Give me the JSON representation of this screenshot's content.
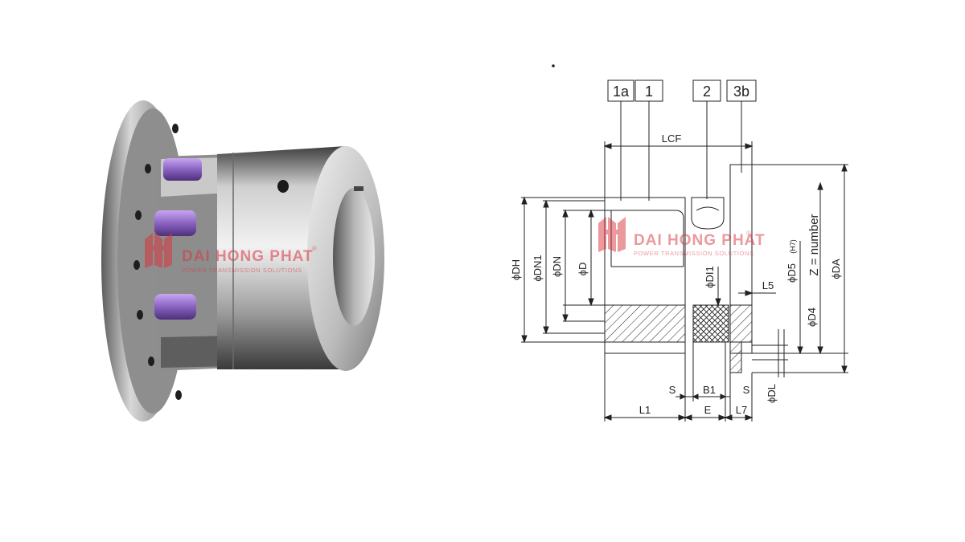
{
  "watermark": {
    "brand": "DAI HONG PHAT",
    "reg_mark": "®",
    "tagline": "POWER TRANSMISSION SOLUTIONS",
    "color": "#d9363e"
  },
  "drawing": {
    "part_labels": [
      "1a",
      "1",
      "2",
      "3b"
    ],
    "dims": {
      "lcf": "LCF",
      "dh": "ϕDH",
      "dn1": "ϕDN1",
      "dn": "ϕDN",
      "d": "ϕD",
      "di1": "ϕDI1",
      "d5": "ϕD5",
      "h7": "(H7)",
      "d4": "ϕD4",
      "da": "ϕDA",
      "dl": "ϕDL",
      "l5": "L5",
      "z": "Z = number",
      "s_left": "S",
      "b1": "B1",
      "s_right": "S",
      "l1": "L1",
      "e": "E",
      "l7": "L7"
    }
  },
  "colors": {
    "line": "#222222",
    "spider": "#8a63c2",
    "metal_light": "#e2e2e2",
    "metal_dark": "#6c6c6c"
  }
}
